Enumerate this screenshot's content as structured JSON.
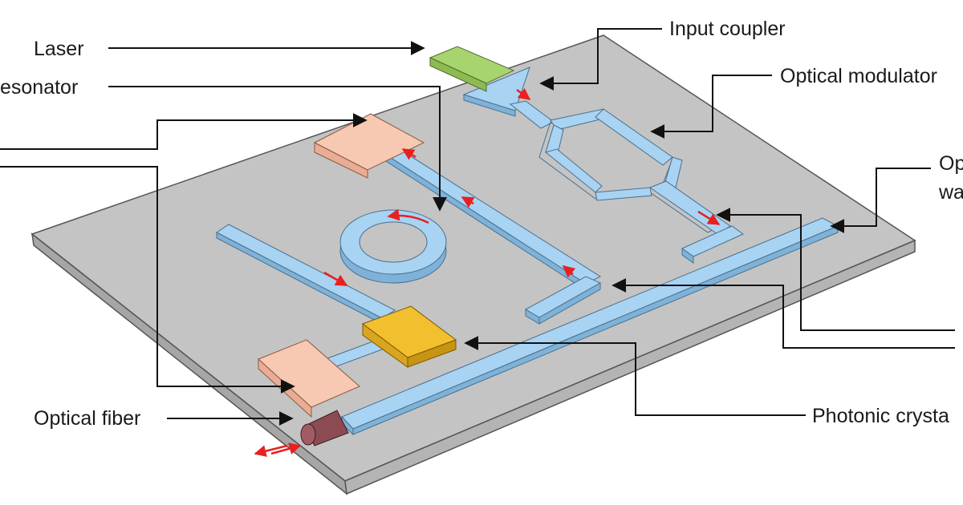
{
  "labels": {
    "laser": "Laser",
    "resonator": "esonator",
    "input_coupler": "Input coupler",
    "optical_modulator": "Optical modulator",
    "op_line1": "Op",
    "op_line2": "wa",
    "optical_fiber": "Optical fiber",
    "photonic_crystal": "Photonic crysta"
  },
  "colors": {
    "board_top": "#c4c4c4",
    "board_front": "#a6a6a6",
    "waveguide": "#a9d3f2",
    "waveguide_dark": "#7fb2d8",
    "laser": "#a8d46f",
    "detector": "#f7c8b2",
    "crystal": "#f2bf2f",
    "fiber": "#8c4a52",
    "arrow": "#e82020",
    "leader": "#111111"
  }
}
